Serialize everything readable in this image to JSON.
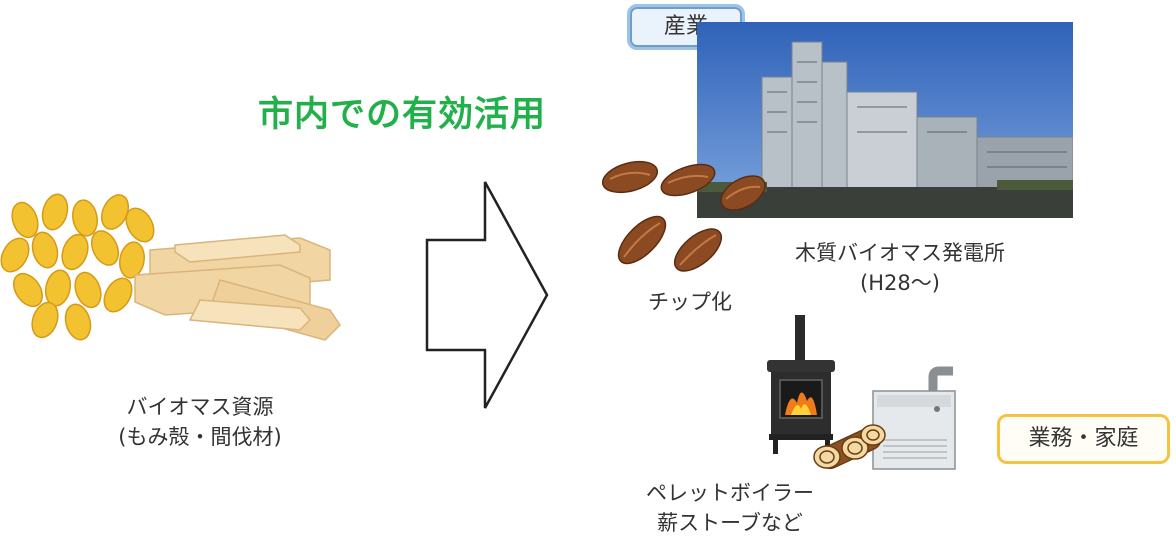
{
  "headline": "市内での有効活用",
  "resource": {
    "label_line1": "バイオマス資源",
    "label_line2": "(もみ殻・間伐材)"
  },
  "chip": {
    "label": "チップ化"
  },
  "plant": {
    "label_line1": "木質バイオマス発電所",
    "label_line2": "(H28〜)"
  },
  "stove": {
    "label_line1": "ペレットボイラー",
    "label_line2": "薪ストーブなど"
  },
  "badges": {
    "industry": "産業",
    "business_home": "業務・家庭"
  },
  "colors": {
    "headline": "#22b04b",
    "badge_industry_border": "#9dc3e6",
    "badge_home_border": "#f5c242",
    "husk": "#f2c230",
    "wood": "#f1d6a4",
    "chip": "#8b4a22"
  }
}
